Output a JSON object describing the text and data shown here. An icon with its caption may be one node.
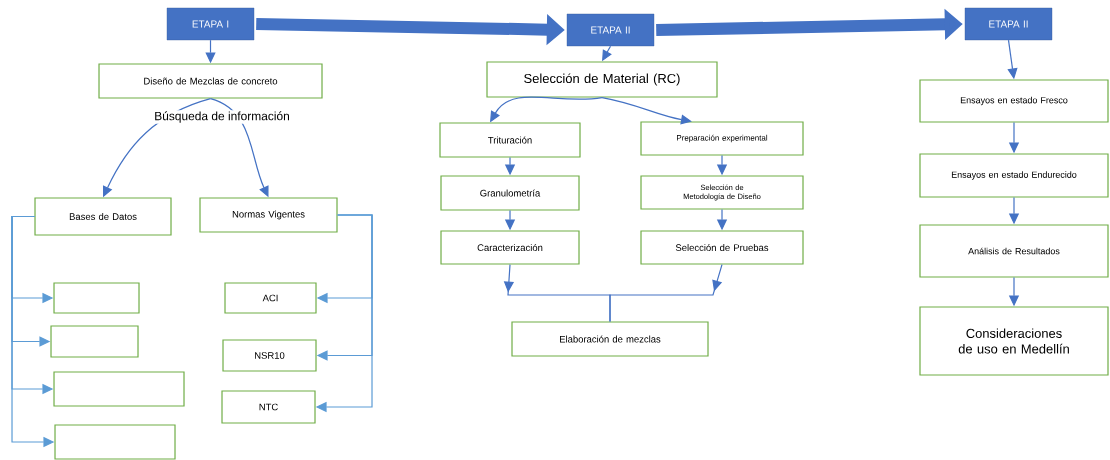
{
  "diagram": {
    "nodes": [
      {
        "text": [
          "ETAPA I"
        ]
      },
      {
        "text": [
          "Diseño de Mezclas de concreto"
        ]
      },
      {
        "text": [
          "Bases de Datos"
        ]
      },
      {
        "text": [
          "Normas Vigentes"
        ]
      },
      {
        "text": [],
        "shape": "box"
      },
      {
        "text": [],
        "shape": "box"
      },
      {
        "text": [],
        "shape": "box"
      },
      {
        "text": [],
        "shape": "box"
      },
      {
        "text": [
          "ACI"
        ]
      },
      {
        "text": [
          "NSR10"
        ]
      },
      {
        "text": [
          "NTC"
        ]
      },
      {
        "text": [
          "ETAPA II"
        ]
      },
      {
        "text": [
          "Selección de Material (RC)"
        ]
      },
      {
        "text": [
          "Trituración"
        ]
      },
      {
        "text": [
          "Preparación experimental"
        ]
      },
      {
        "text": [
          "Granulometría"
        ]
      },
      {
        "text": [
          "Selección de Metodología de Diseño"
        ]
      },
      {
        "text": [
          "Caracterización"
        ]
      },
      {
        "text": [
          "Selección de Pruebas"
        ]
      },
      {
        "text": [
          "Elaboración de mezclas"
        ]
      },
      {
        "text": [
          "ETAPA II"
        ]
      },
      {
        "text": [
          "Ensayos en estado Fresco"
        ]
      },
      {
        "text": [
          "Ensayos en estado Endurecido"
        ]
      },
      {
        "text": [
          "Análisis de Resultados"
        ]
      },
      {
        "text": [
          "Consideraciones de uso en Medellín"
        ]
      }
    ],
    "edges": [
      {
        "from": 0,
        "to": 1,
        "arrow": "to"
      },
      {
        "from": 1,
        "to": 2,
        "arrow": "to"
      },
      {
        "from": 1,
        "to": 3,
        "arrow": "to"
      },
      {
        "from": 2,
        "to": 4,
        "arrow": "to",
        "color": "#5b9bd5"
      },
      {
        "from": 2,
        "to": 5,
        "arrow": "to",
        "color": "#5b9bd5"
      },
      {
        "from": 2,
        "to": 6,
        "arrow": "to",
        "color": "#5b9bd5"
      },
      {
        "from": 2,
        "to": 7,
        "arrow": "to",
        "color": "#5b9bd5"
      },
      {
        "from": 3,
        "to": 8,
        "arrow": "to",
        "color": "#5b9bd5"
      },
      {
        "from": 3,
        "to": 9,
        "arrow": "to",
        "color": "#5b9bd5"
      },
      {
        "from": 3,
        "to": 10,
        "arrow": "to",
        "color": "#5b9bd5"
      },
      {
        "from": 0,
        "to": 11,
        "arrow": "to",
        "style": "thick"
      },
      {
        "from": 11,
        "to": 12,
        "arrow": "to"
      },
      {
        "from": 12,
        "to": 13,
        "arrow": "to"
      },
      {
        "from": 12,
        "to": 14,
        "arrow": "to"
      },
      {
        "from": 13,
        "to": 15,
        "arrow": "to"
      },
      {
        "from": 15,
        "to": 17,
        "arrow": "to"
      },
      {
        "from": 14,
        "to": 16,
        "arrow": "to"
      },
      {
        "from": 16,
        "to": 18,
        "arrow": "to"
      },
      {
        "from": 17,
        "to": 19,
        "arrow": "to"
      },
      {
        "from": 18,
        "to": 19,
        "arrow": "to"
      },
      {
        "from": 11,
        "to": 20,
        "arrow": "to",
        "style": "thick"
      },
      {
        "from": 20,
        "to": 21,
        "arrow": "to"
      },
      {
        "from": 21,
        "to": 22,
        "arrow": "to"
      },
      {
        "from": 22,
        "to": 23,
        "arrow": "to"
      },
      {
        "from": 23,
        "to": 24,
        "arrow": "to"
      }
    ],
    "labels": [
      "Búsqueda de información"
    ]
  }
}
